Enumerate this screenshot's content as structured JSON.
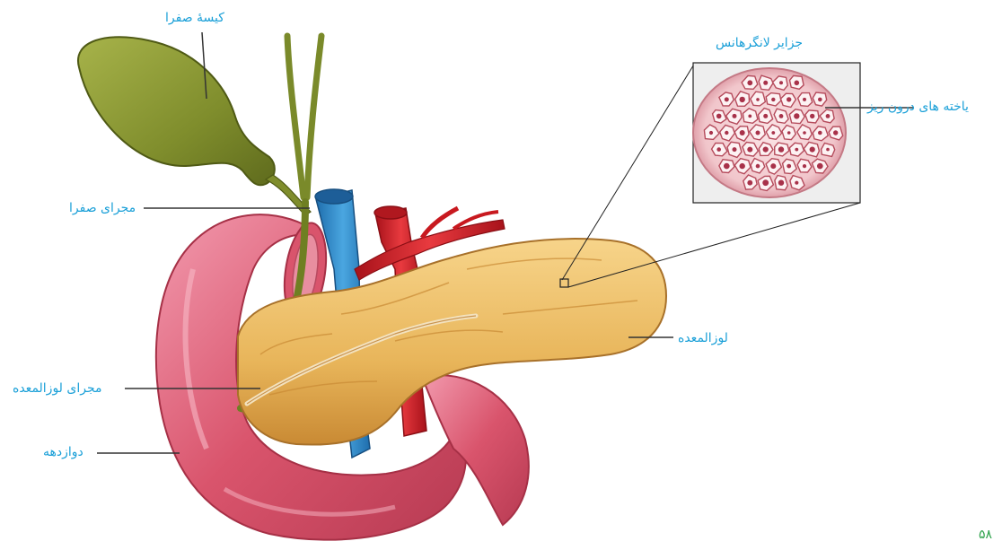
{
  "labels": {
    "gallbladder": "کیسهٔ صفرا",
    "bile_duct": "مجرای صفرا",
    "pancreatic_duct": "مجرای لوزالمعده",
    "duodenum": "دوازدهه",
    "pancreas": "لوزالمعده",
    "islets": "جزایر لانگرهانس",
    "endocrine_cells": "یاخته های درون ریز"
  },
  "page_number": "۵۸",
  "colors": {
    "label_text": "#1ba0d8",
    "leader_line": "#333333",
    "page_number": "#2ea24b",
    "duodenum": "#d9546c",
    "pancreas": "#e8b55a",
    "gallbladder": "#8c9a34",
    "vein": "#2c86c9",
    "artery": "#d8202a"
  }
}
